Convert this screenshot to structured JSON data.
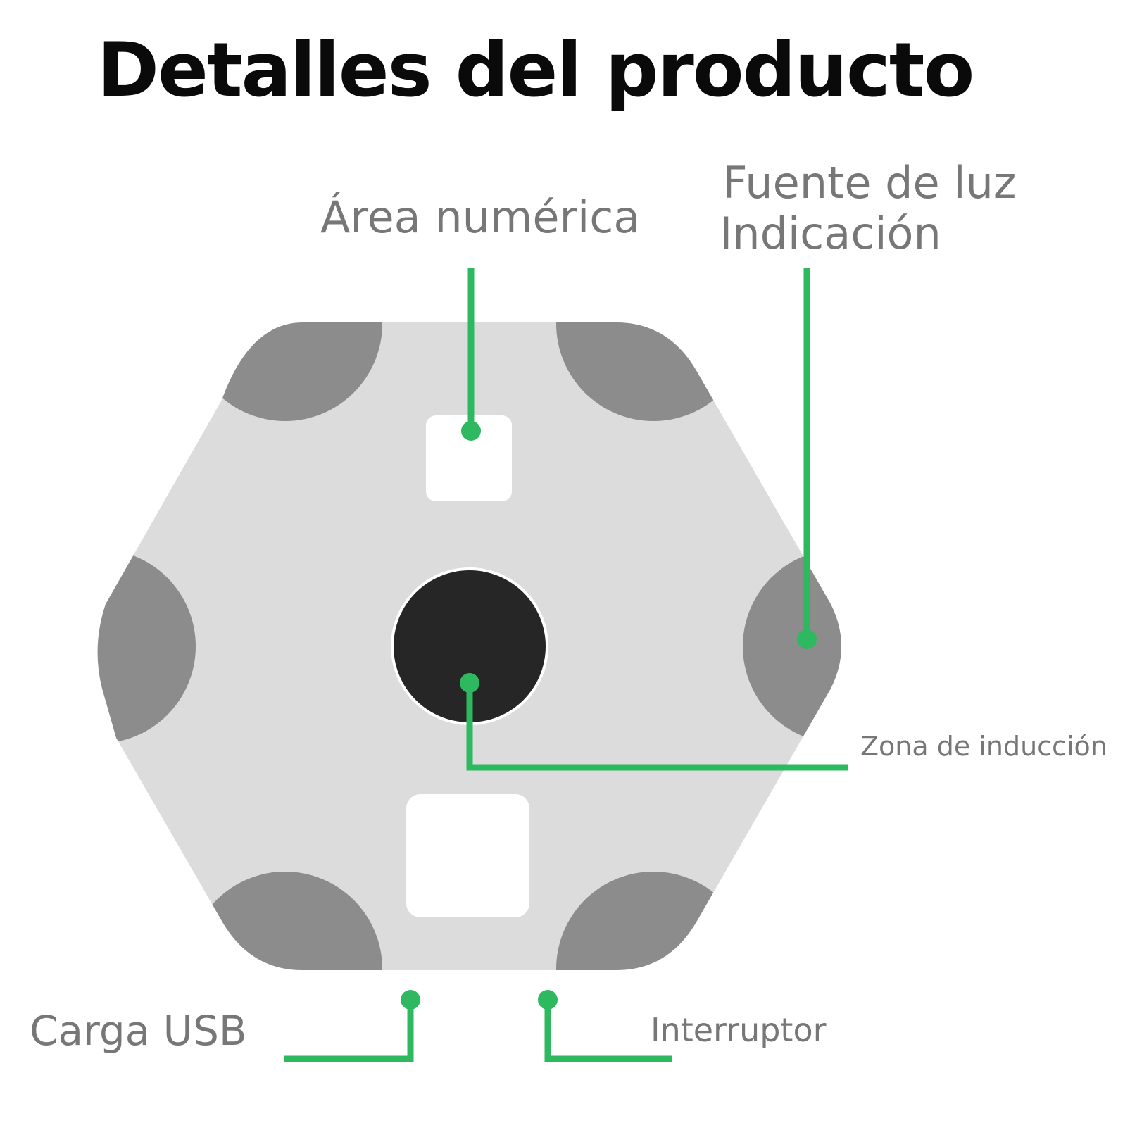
{
  "title": "Detalles del producto",
  "labels": {
    "area_numerica": "Área numérica",
    "fuente_luz_line1": "Fuente de luz",
    "fuente_luz_line2": "Indicación",
    "zona_induccion": "Zona de inducción",
    "carga_usb": "Carga USB",
    "interruptor": "Interruptor"
  },
  "colors": {
    "body": "#dcdcdc",
    "corner_pads": "#8c8c8c",
    "sensor": "#262626",
    "windows": "#ffffff",
    "callout": "#2eb85f",
    "label_text": "#777777",
    "title_text": "#0a0a0a"
  }
}
